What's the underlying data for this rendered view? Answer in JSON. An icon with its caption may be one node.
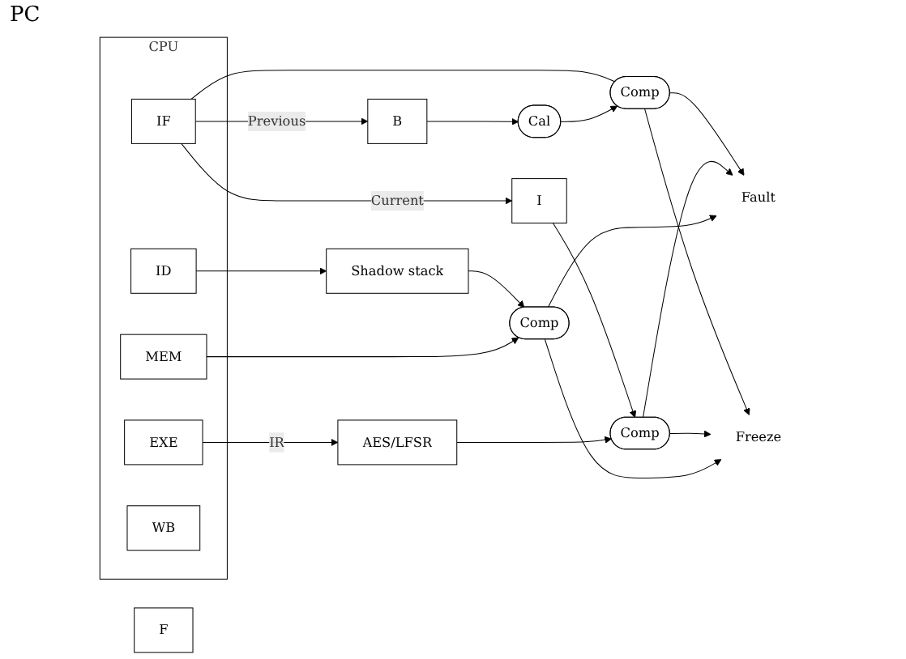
{
  "diagram": {
    "nodes": [
      {
        "text": [
          "CPU"
        ]
      },
      {
        "text": [
          "IF"
        ],
        "in": 0
      },
      {
        "text": [
          "ID"
        ],
        "in": 0
      },
      {
        "text": [
          "EXE"
        ],
        "in": 0
      },
      {
        "text": [
          "MEM"
        ],
        "in": 0
      },
      {
        "text": [
          "WB"
        ],
        "in": 0
      },
      {
        "text": [
          "F"
        ]
      },
      {
        "text": [
          "B"
        ]
      },
      {
        "text": [
          "I"
        ]
      },
      {
        "text": [
          "Cal"
        ]
      },
      {
        "text": [
          "Comp"
        ]
      },
      {
        "text": [
          "Comp"
        ]
      },
      {
        "text": [
          "AES/LFSR"
        ]
      },
      {
        "text": [
          "Shadow stack"
        ]
      },
      {
        "text": [
          "Comp"
        ]
      },
      {
        "text": [
          "Fault"
        ]
      },
      {
        "text": [
          "Freeze"
        ]
      }
    ],
    "edges": [
      {
        "from": 1,
        "to": 7,
        "arrow": "to",
        "label": "Previous"
      },
      {
        "from": 1,
        "to": 8,
        "arrow": "to",
        "label": "Current"
      },
      {
        "from": 1,
        "to": 10,
        "arrow": "none"
      },
      {
        "from": 7,
        "to": 9,
        "arrow": "to"
      },
      {
        "from": 9,
        "to": 10,
        "arrow": "to"
      },
      {
        "from": 8,
        "to": 11,
        "arrow": "to"
      },
      {
        "from": 3,
        "to": 12,
        "arrow": "to",
        "label": "IR"
      },
      {
        "from": 2,
        "to": 13,
        "arrow": "to"
      },
      {
        "from": 12,
        "to": 11,
        "arrow": "to"
      },
      {
        "from": 13,
        "to": 14,
        "arrow": "to"
      },
      {
        "from": 4,
        "to": 14,
        "arrow": "to"
      },
      {
        "from": 10,
        "to": 15,
        "arrow": "to"
      },
      {
        "from": 11,
        "to": 15,
        "arrow": "to"
      },
      {
        "from": 14,
        "to": 15,
        "arrow": "to"
      },
      {
        "from": 10,
        "to": 16,
        "arrow": "to"
      },
      {
        "from": 11,
        "to": 16,
        "arrow": "to"
      },
      {
        "from": 14,
        "to": 16,
        "arrow": "to"
      }
    ],
    "labels": [
      "PC"
    ]
  }
}
